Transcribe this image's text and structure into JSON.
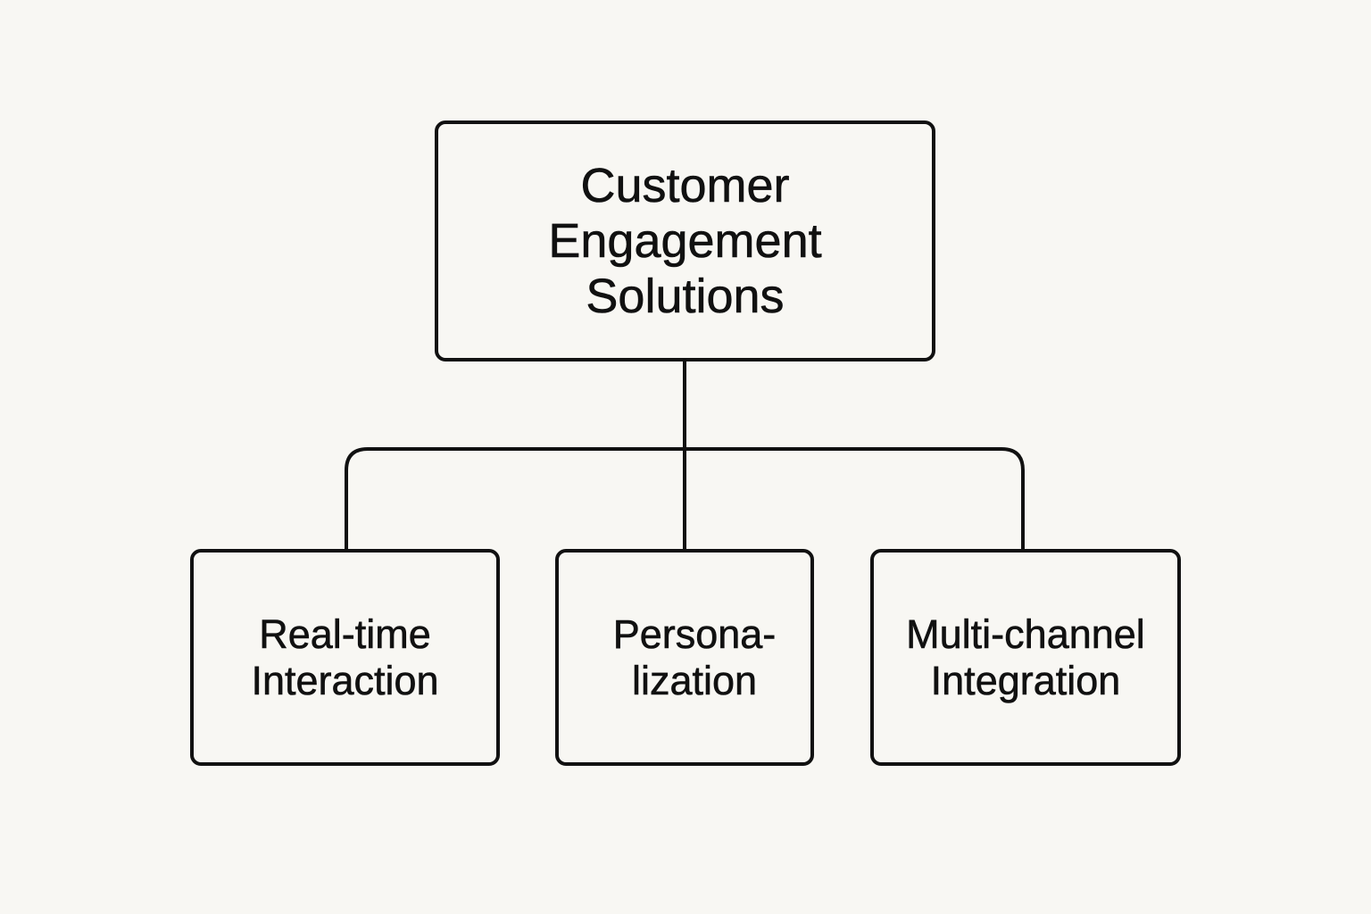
{
  "diagram": {
    "root": {
      "lines": [
        "Customer",
        "Engagement",
        "Solutions"
      ]
    },
    "children": [
      {
        "lines": [
          "Real-time",
          "Interaction"
        ]
      },
      {
        "lines": [
          "Persona-",
          "lization"
        ]
      },
      {
        "lines": [
          "Multi-channel",
          "Integration"
        ]
      }
    ]
  },
  "colors": {
    "background": "#f8f7f3",
    "stroke": "#111111",
    "text": "#111111"
  }
}
